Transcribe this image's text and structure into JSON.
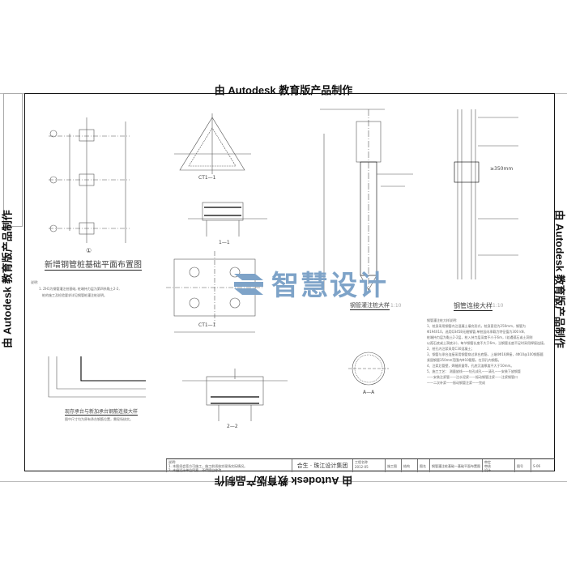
{
  "watermark": "由 Autodesk 教育版产品制作",
  "logo": {
    "text": "智慧设计",
    "color": "#7ea3c8"
  },
  "drawings": {
    "plan_title": "新增钢管桩基础平面布置图",
    "plan_number": "①",
    "plan_notes_label": "说明:",
    "plan_notes": [
      "1. ZH1为钢管灌注桩基础, 桩端持力层为第四系黏土2-2,",
      "桩的施工及检验要求详见钢管桩灌注桩说明。"
    ],
    "section_1_1": "1—1",
    "section_2_2": "2—2",
    "ct_label": "CT1—1",
    "section_a_a": "A—A",
    "pile_detail_title": "钢管灌注桩大样",
    "pile_scale": "1:10",
    "connection_title": "钢管连接大样",
    "connection_scale": "1:10",
    "connection_dim": "≥350mm",
    "corner_title": "现存承台与新加承台钢筋连接大样",
    "corner_note": "图中尺寸均为原有承台钢筋位置，需现场核实。",
    "connection_notes_title": "钢管灌注桩大样说明:",
    "connection_notes": [
      "1、桩身采用钢管内注混凝土填充形式，桩身直径为250mm，钢管为",
      "Φ194X10，选用Q345B无缝钢管,单桩竖向承载力特征值为300 kN,",
      "桩端持力层为黏土2-2层，桩入持力层深度不小于6m，(若遇孤石或土洞则",
      "以孤石底或土洞底计)，每节钢管长度不大于6m，当钢管长度不足时采用焊接连接。",
      "2、桩孔内注浆采用C30混凝土；",
      "3、钢管与承台连接采用钢管穿过承台底筋，上端4Φ16焊接，4Φ10@100钢筋箍",
      "  紧固钢管350mm范围内Φ10箍筋，在顶孔内钢筋。",
      "4、注浆后管壁，焊缝质量等，孔底沉渣厚度不大于50mm。",
      "5、施工工艺：  测量放线——钻孔成孔——清孔——安装下放钢管",
      "——安装注浆管——注水泥浆——振动钢管注浆——注浆钢管口",
      "——二次补浆——振动钢管注浆——完成"
    ]
  },
  "title_block": {
    "notes": [
      "说明:",
      "1. 本图须会签方可施工，施工前须核实现场实际情况。",
      "2. 未经设计单位同意，不得擅自修改。"
    ],
    "company": "合生 · 珠江设计集团",
    "project_label": "工程名称",
    "project_code": "2012-05",
    "discipline": "结构",
    "stage": "施工图",
    "drawing_label": "图名",
    "drawing_name": "钢管灌注桩基础—基础平面布置图",
    "check_labels": [
      "审定",
      "审核",
      "设计"
    ],
    "sheet_label": "图号",
    "sheet_number": "S-06"
  }
}
